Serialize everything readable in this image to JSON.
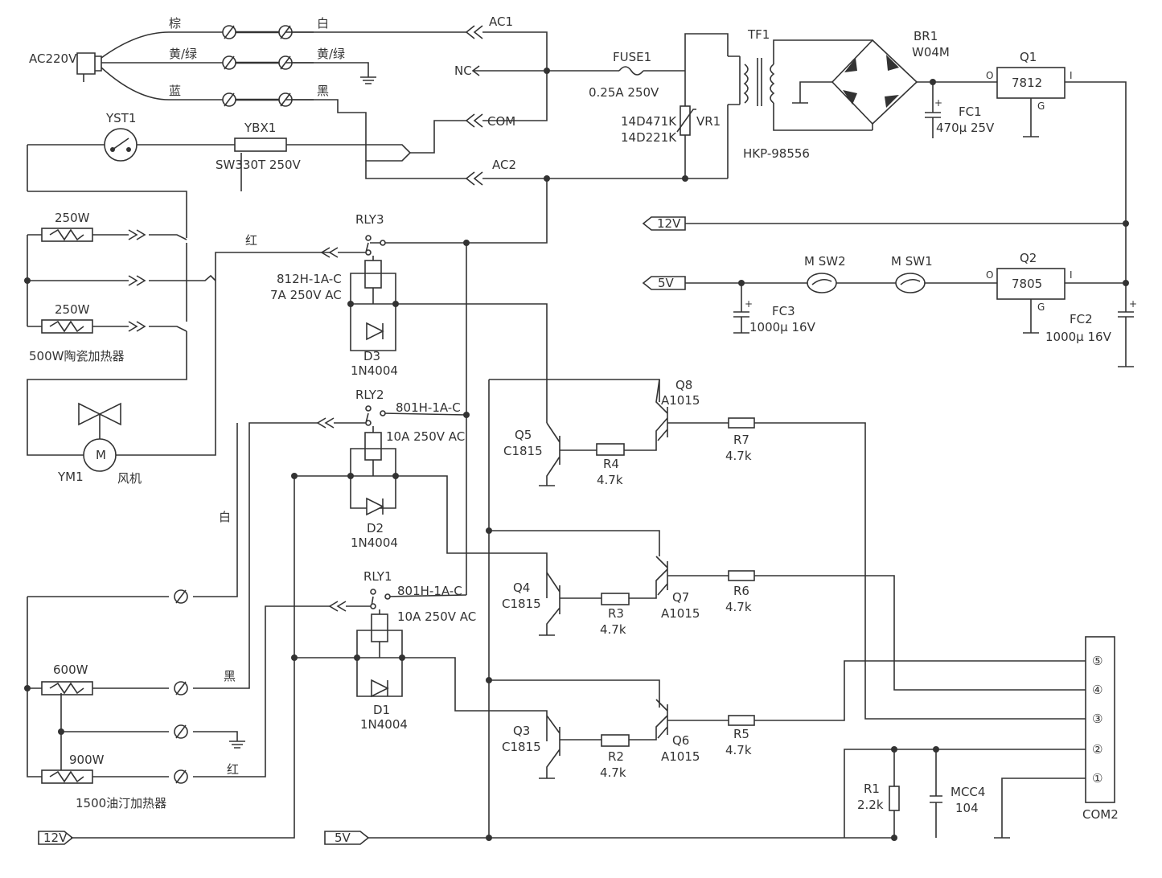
{
  "mains": {
    "plug": "AC220V",
    "wire_brown": "棕",
    "wire_yg": "黄/绿",
    "wire_blue": "蓝",
    "wire_white": "白",
    "wire_yg2": "黄/绿",
    "wire_black": "黑"
  },
  "connector_top": {
    "ac1": "AC1",
    "nc": "NC",
    "com": "COM",
    "ac2": "AC2"
  },
  "fuse": {
    "name": "FUSE1",
    "rating": "0.25A 250V"
  },
  "varistor": {
    "name": "VR1",
    "part1": "14D471K",
    "part2": "14D221K"
  },
  "transformer": {
    "name": "TF1",
    "part": "HKP-98556"
  },
  "bridge": {
    "name": "BR1",
    "part": "W04M"
  },
  "fc1": {
    "name": "FC1",
    "value": "470μ 25V"
  },
  "q1": {
    "name": "Q1",
    "part": "7812",
    "pin_o": "O",
    "pin_i": "I",
    "pin_g": "G"
  },
  "q2": {
    "name": "Q2",
    "part": "7805",
    "pin_o": "O",
    "pin_i": "I",
    "pin_g": "G"
  },
  "fc2": {
    "name": "FC2",
    "value": "1000μ 16V"
  },
  "fc3": {
    "name": "FC3",
    "value": "1000μ 16V"
  },
  "sw": {
    "sw2": "M SW2",
    "sw1": "M SW1"
  },
  "rails": {
    "v12": "12V",
    "v5": "5V"
  },
  "yst1": "YST1",
  "ybx1": {
    "name": "YBX1",
    "part": "SW330T 250V"
  },
  "heater500": {
    "r1": "250W",
    "r2": "250W",
    "label": "500W陶瓷加热器",
    "wire_red": "红"
  },
  "fan": {
    "name": "YM1",
    "label": "风机",
    "motor": "M"
  },
  "oil": {
    "r1": "600W",
    "r2": "900W",
    "label": "1500油汀加热器",
    "wire_white": "白",
    "wire_black": "黑",
    "wire_red": "红"
  },
  "rly3": {
    "name": "RLY3",
    "part": "812H-1A-C",
    "rating": "7A 250V AC"
  },
  "rly2": {
    "name": "RLY2",
    "part": "801H-1A-C",
    "rating": "10A 250V AC"
  },
  "rly1": {
    "name": "RLY1",
    "part": "801H-1A-C",
    "rating": "10A 250V AC"
  },
  "d3": {
    "name": "D3",
    "part": "1N4004"
  },
  "d2": {
    "name": "D2",
    "part": "1N4004"
  },
  "d1": {
    "name": "D1",
    "part": "1N4004"
  },
  "q5": {
    "name": "Q5",
    "part": "C1815"
  },
  "q4": {
    "name": "Q4",
    "part": "C1815"
  },
  "q3": {
    "name": "Q3",
    "part": "C1815"
  },
  "q8": {
    "name": "Q8",
    "part": "A1015"
  },
  "q7": {
    "name": "Q7",
    "part": "A1015"
  },
  "q6": {
    "name": "Q6",
    "part": "A1015"
  },
  "r4": {
    "name": "R4",
    "value": "4.7k"
  },
  "r3": {
    "name": "R3",
    "value": "4.7k"
  },
  "r2": {
    "name": "R2",
    "value": "4.7k"
  },
  "r7": {
    "name": "R7",
    "value": "4.7k"
  },
  "r6": {
    "name": "R6",
    "value": "4.7k"
  },
  "r5": {
    "name": "R5",
    "value": "4.7k"
  },
  "r1": {
    "name": "R1",
    "value": "2.2k"
  },
  "mcc4": {
    "name": "MCC4",
    "value": "104"
  },
  "com2": {
    "name": "COM2",
    "pins": [
      "⑤",
      "④",
      "③",
      "②",
      "①"
    ]
  }
}
